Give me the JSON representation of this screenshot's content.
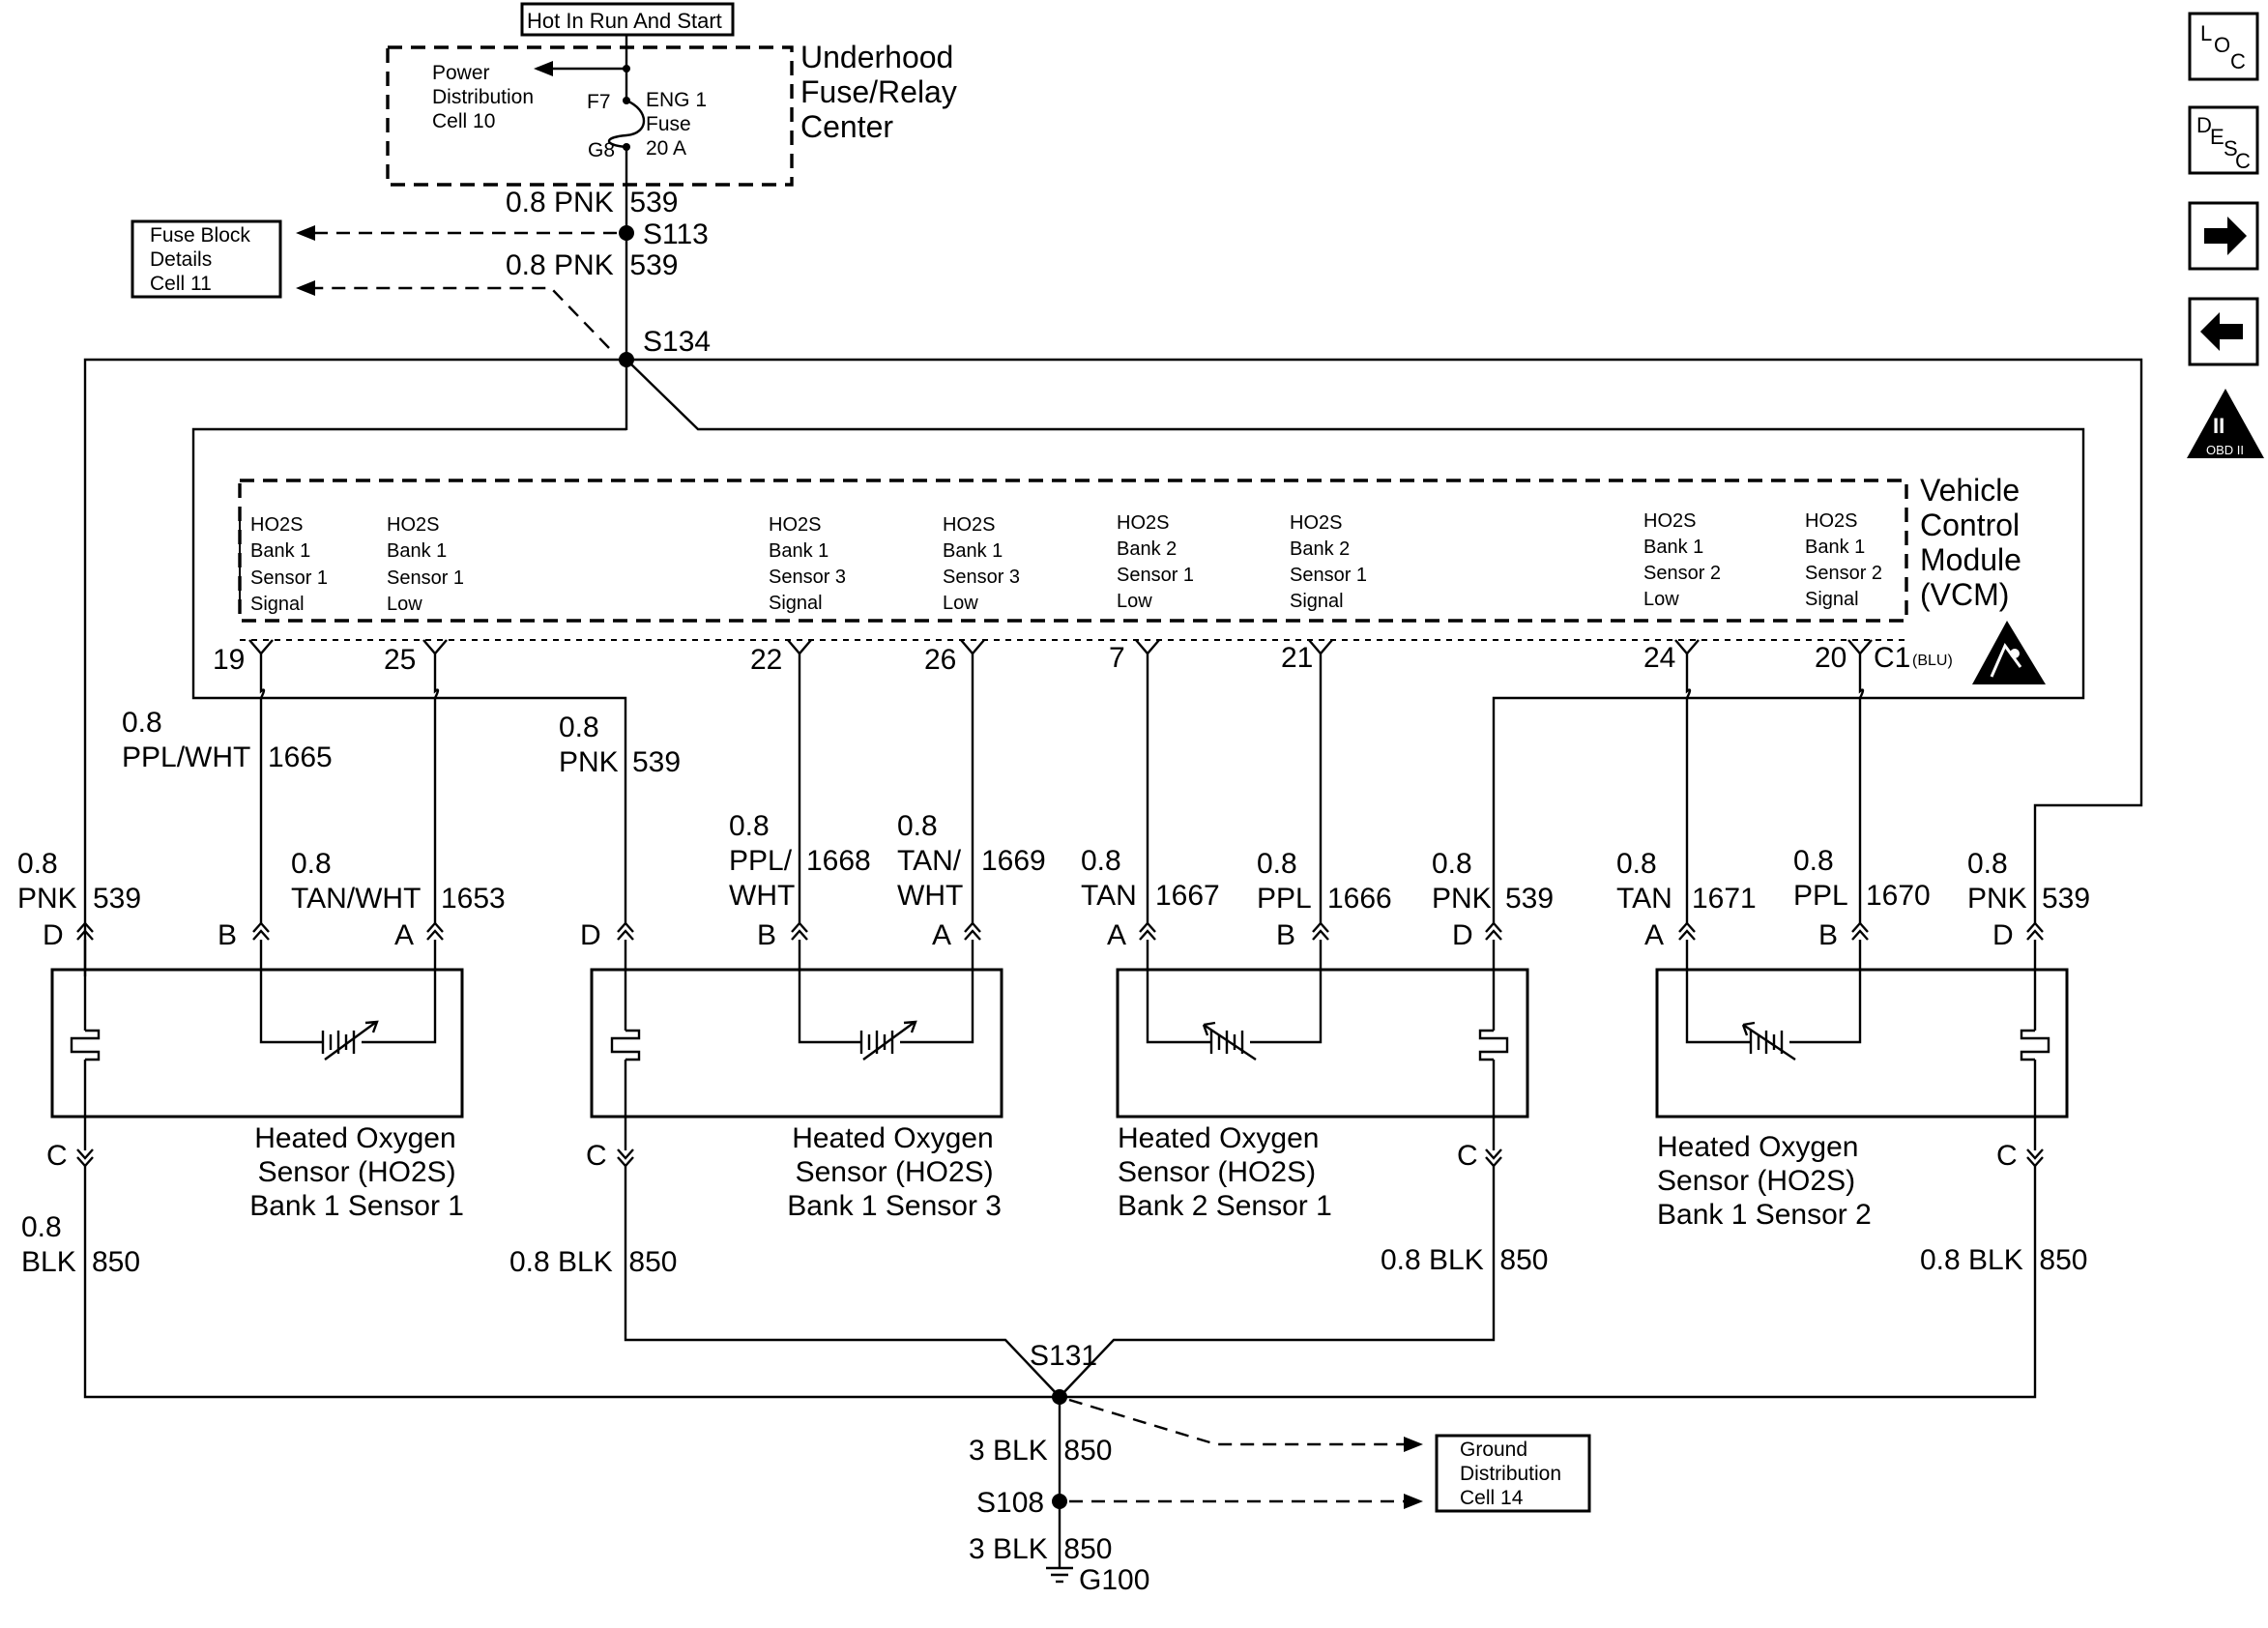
{
  "top": {
    "hot_label": "Hot In Run And Start",
    "fuse_center_title": [
      "Underhood",
      "Fuse/Relay",
      "Center"
    ],
    "power_dist": [
      "Power",
      "Distribution",
      "Cell 10"
    ],
    "fuse_pin_top": "F7",
    "fuse_pin_bot": "G8",
    "fuse_name": [
      "ENG 1",
      "Fuse",
      "20 A"
    ],
    "wire_539_a": "0.8 PNK  539",
    "wire_539_b": "0.8 PNK  539",
    "splice_s113": "S113",
    "splice_s134": "S134",
    "fuse_block_ref": [
      "Fuse Block",
      "Details",
      "Cell 11"
    ]
  },
  "vcm": {
    "title": [
      "Vehicle",
      "Control",
      "Module",
      "(VCM)"
    ],
    "connector": "C1",
    "connector_color": "(BLU)",
    "terminals": [
      {
        "lines": [
          "HO2S",
          "Bank 1",
          "Sensor 1",
          "Signal"
        ],
        "pin": "19"
      },
      {
        "lines": [
          "HO2S",
          "Bank 1",
          "Sensor 1",
          "Low"
        ],
        "pin": "25"
      },
      {
        "lines": [
          "HO2S",
          "Bank 1",
          "Sensor 3",
          "Signal"
        ],
        "pin": "22"
      },
      {
        "lines": [
          "HO2S",
          "Bank 1",
          "Sensor 3",
          "Low"
        ],
        "pin": "26"
      },
      {
        "lines": [
          "HO2S",
          "Bank 2",
          "Sensor 1",
          "Low"
        ],
        "pin": "7"
      },
      {
        "lines": [
          "HO2S",
          "Bank 2",
          "Sensor 1",
          "Signal"
        ],
        "pin": "21"
      },
      {
        "lines": [
          "HO2S",
          "Bank 1",
          "Sensor 2",
          "Low"
        ],
        "pin": "24"
      },
      {
        "lines": [
          "HO2S",
          "Bank 1",
          "Sensor 2",
          "Signal"
        ],
        "pin": "20"
      }
    ]
  },
  "wires": {
    "w1665": [
      "0.8",
      "PPL/WHT",
      "1665"
    ],
    "w539_mid": [
      "0.8",
      "PNK",
      "539"
    ],
    "w1668": [
      "0.8",
      "PPL/",
      "WHT",
      "1668"
    ],
    "w1669": [
      "0.8",
      "TAN/",
      "WHT",
      "1669"
    ],
    "w539_s1": [
      "0.8",
      "PNK",
      "539"
    ],
    "w1653": [
      "0.8",
      "TAN/WHT",
      "1653"
    ],
    "w1667": [
      "0.8",
      "TAN",
      "1667"
    ],
    "w1666": [
      "0.8",
      "PPL",
      "1666"
    ],
    "w539_s3": [
      "0.8",
      "PNK",
      "539"
    ],
    "w1671": [
      "0.8",
      "TAN",
      "1671"
    ],
    "w1670": [
      "0.8",
      "PPL",
      "1670"
    ],
    "w539_s4": [
      "0.8",
      "PNK",
      "539"
    ]
  },
  "pins": {
    "d": "D",
    "b": "B",
    "a": "A",
    "c": "C"
  },
  "sensors": [
    {
      "lines": [
        "Heated Oxygen",
        "Sensor (HO2S)",
        "Bank 1 Sensor 1"
      ]
    },
    {
      "lines": [
        "Heated Oxygen",
        "Sensor (HO2S)",
        "Bank 1 Sensor 3"
      ]
    },
    {
      "lines": [
        "Heated Oxygen",
        "Sensor (HO2S)",
        "Bank 2 Sensor 1"
      ]
    },
    {
      "lines": [
        "Heated Oxygen",
        "Sensor (HO2S)",
        "Bank 1 Sensor 2"
      ]
    }
  ],
  "ground": {
    "w850_s1": [
      "0.8",
      "BLK",
      "850"
    ],
    "w850_s2": "0.8 BLK  850",
    "w850_s3": "0.8 BLK  850",
    "w850_s4": "0.8 BLK  850",
    "splice_s131": "S131",
    "w850_a": "3 BLK  850",
    "splice_s108": "S108",
    "w850_b": "3 BLK  850",
    "ground_point": "G100",
    "ground_ref": [
      "Ground",
      "Distribution",
      "Cell 14"
    ]
  },
  "nav": {
    "loc": [
      "L",
      "O",
      "C"
    ],
    "desc": [
      "D",
      "E",
      "S",
      "C"
    ],
    "obd_mark": "II",
    "obd_text": "OBD II"
  }
}
